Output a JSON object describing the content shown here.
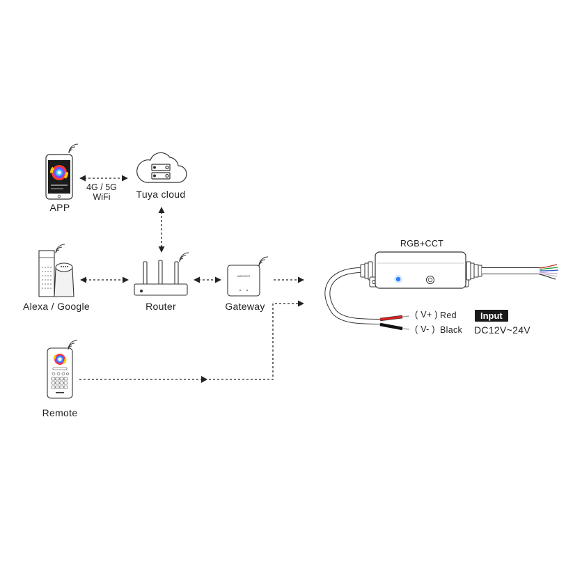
{
  "nodes": {
    "app": "APP",
    "cloud": "Tuya  cloud",
    "alexa": "Alexa / Google",
    "router": "Router",
    "gateway": "Gateway",
    "remote": "Remote",
    "controller": "RGB+CCT"
  },
  "network": {
    "line1": "4G / 5G",
    "line2": "WiFi"
  },
  "wires": {
    "vplus": "( V+ )",
    "vplus_color": "Red",
    "vminus": "( V- )",
    "vminus_color": "Black"
  },
  "input": {
    "badge": "Input",
    "voltage": "DC12V~24V"
  },
  "gateway_brand": "MiBOXER",
  "colors": {
    "line": "#222222",
    "led": "#2a7fff",
    "wire_red": "#d62020",
    "wire_black": "#111111"
  },
  "output_wire_colors": [
    "#c03030",
    "#2e9a2e",
    "#2c58c8",
    "#c8a0d8",
    "#e6e6e6",
    "#333333"
  ]
}
